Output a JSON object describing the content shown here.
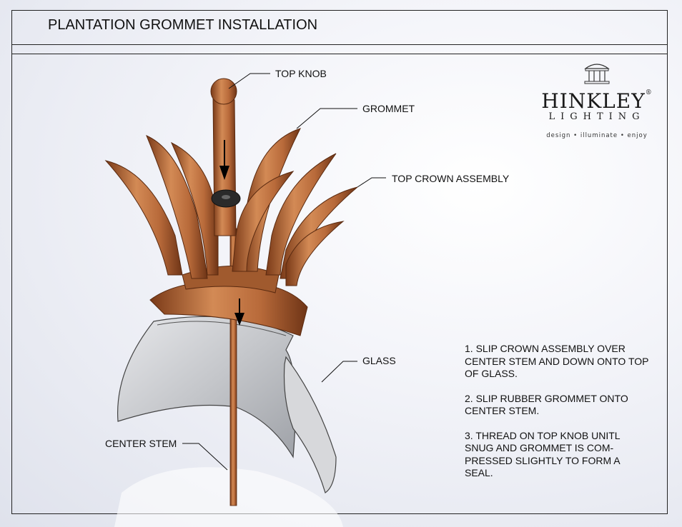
{
  "title": "PLANTATION GROMMET INSTALLATION",
  "labels": {
    "top_knob": "TOP KNOB",
    "grommet": "GROMMET",
    "top_crown": "TOP CROWN ASSEMBLY",
    "glass": "GLASS",
    "center_stem": "CENTER STEM"
  },
  "instructions": [
    "1. SLIP CROWN ASSEMBLY OVER CENTER STEM AND DOWN ONTO TOP OF GLASS.",
    "2. SLIP RUBBER GROMMET ONTO CENTER STEM.",
    "3. THREAD ON TOP KNOB UNITL SNUG AND GROMMET IS COM-PRESSED SLIGHTLY TO FORM A SEAL."
  ],
  "logo": {
    "name": "HINKLEY",
    "registered": "®",
    "sub": "LIGHTING",
    "tagline": "design • illuminate • enjoy"
  },
  "colors": {
    "copper": "#b86a3a",
    "copper_dark": "#6e3416",
    "glass": "#c8c9cc"
  }
}
